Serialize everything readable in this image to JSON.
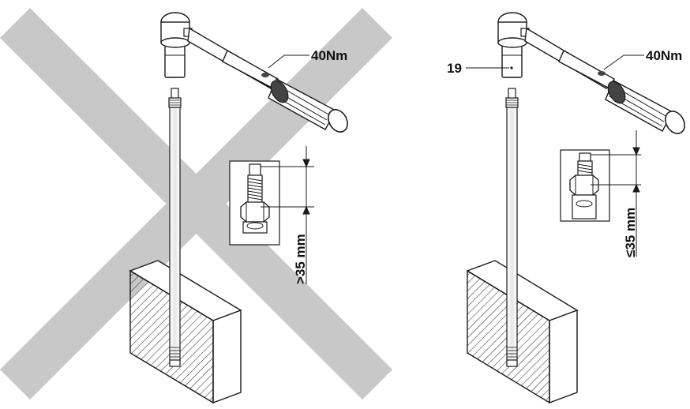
{
  "left_panel": {
    "torque_label": "40Nm",
    "dimension_label": ">35 mm",
    "status": "incorrect"
  },
  "right_panel": {
    "torque_label": "40Nm",
    "socket_label": "19",
    "dimension_label": "≤35 mm",
    "status": "correct"
  },
  "colors": {
    "cross": "#c8c8c8",
    "line": "#1a1a1a",
    "hatch": "#333333"
  }
}
